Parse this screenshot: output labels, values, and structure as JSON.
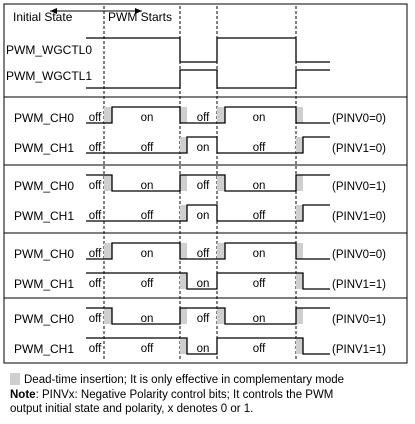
{
  "header": {
    "initial_state": "Initial State",
    "pwm_starts": "PWM Starts"
  },
  "signals": {
    "wgctl0": "PWM_WGCTL0",
    "wgctl1": "PWM_WGCTL1"
  },
  "groups": [
    {
      "rows": [
        {
          "label": "PWM_CH0",
          "states": [
            "off",
            "on",
            "off",
            "on"
          ],
          "pinv": "(PINV0=0)"
        },
        {
          "label": "PWM_CH1",
          "states": [
            "off",
            "off",
            "on",
            "off"
          ],
          "pinv": "(PINV1=0)"
        }
      ]
    },
    {
      "rows": [
        {
          "label": "PWM_CH0",
          "states": [
            "off",
            "on",
            "off",
            "on"
          ],
          "pinv": "(PINV0=1)"
        },
        {
          "label": "PWM_CH1",
          "states": [
            "off",
            "off",
            "on",
            "off"
          ],
          "pinv": "(PINV1=0)"
        }
      ]
    },
    {
      "rows": [
        {
          "label": "PWM_CH0",
          "states": [
            "off",
            "on",
            "off",
            "on"
          ],
          "pinv": "(PINV0=0)"
        },
        {
          "label": "PWM_CH1",
          "states": [
            "off",
            "off",
            "on",
            "off"
          ],
          "pinv": "(PINV1=1)"
        }
      ]
    },
    {
      "rows": [
        {
          "label": "PWM_CH0",
          "states": [
            "off",
            "on",
            "off",
            "on"
          ],
          "pinv": "(PINV0=1)"
        },
        {
          "label": "PWM_CH1",
          "states": [
            "off",
            "off",
            "on",
            "off"
          ],
          "pinv": "(PINV1=1)"
        }
      ]
    }
  ],
  "legend": {
    "deadtime": "Dead-time insertion; It is only effective in complementary mode",
    "note_label": "Note",
    "note_text": ": PINVx: Negative Polarity control bits; It controls the PWM",
    "note_line2": "output initial state and polarity, x denotes 0 or 1."
  },
  "colors": {
    "line": "#000000",
    "deadtime_fill": "#cfcfcf"
  }
}
